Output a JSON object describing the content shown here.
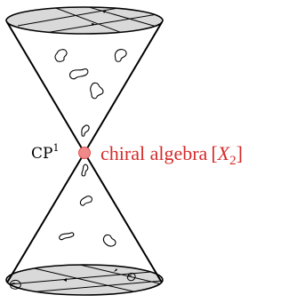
{
  "labels": {
    "point_label_main": "CP",
    "point_label_sup": "1",
    "chiral_text": "chiral algebra",
    "bracket_open": "[",
    "variable": "X",
    "variable_sub": "2",
    "bracket_close": "]"
  },
  "colors": {
    "accent": "#d62a2a",
    "stroke": "#000000",
    "disk_fill": "#d9d9d9",
    "point_fill": "#f08a8a",
    "point_stroke": "#e05050"
  }
}
